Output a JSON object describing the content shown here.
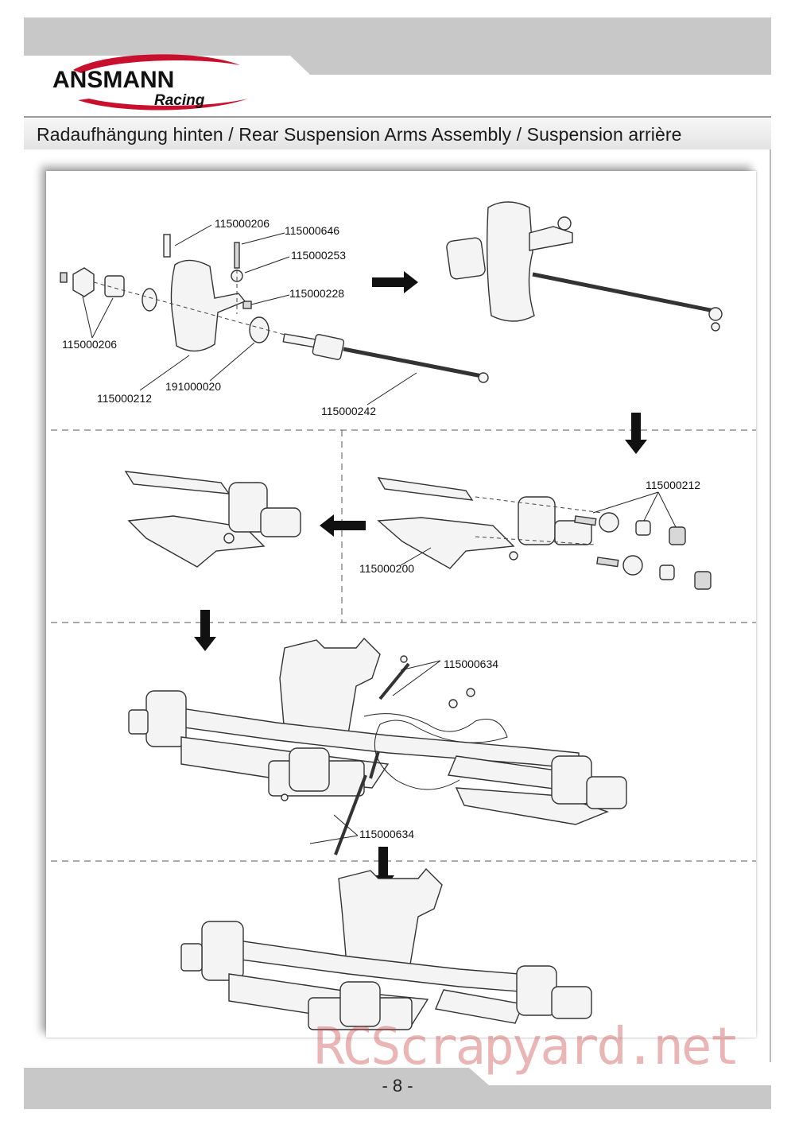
{
  "header": {
    "brand": "ANSMANN",
    "brand_sub": "Racing",
    "title": "Radaufhängung hinten / Rear Suspension Arms Assembly / Suspension arrière"
  },
  "parts": {
    "p1_pin": "115000206",
    "p1_screw": "115000646",
    "p1_ball": "115000253",
    "p1_nut": "115000228",
    "p1_hex": "115000206",
    "p1_bearing": "191000020",
    "p1_hub": "115000212",
    "p1_driveshaft": "115000242",
    "p3_balls": "115000212",
    "p3_arm": "115000200",
    "p4_pin_top": "115000634",
    "p4_pin_bottom": "115000634"
  },
  "footer": {
    "page_number": "- 8 -"
  },
  "watermark": "RCScrapyard.net",
  "colors": {
    "title_bar": "#e6e6e6",
    "band": "#c8c8c8",
    "logo_red": "#c8102e"
  }
}
